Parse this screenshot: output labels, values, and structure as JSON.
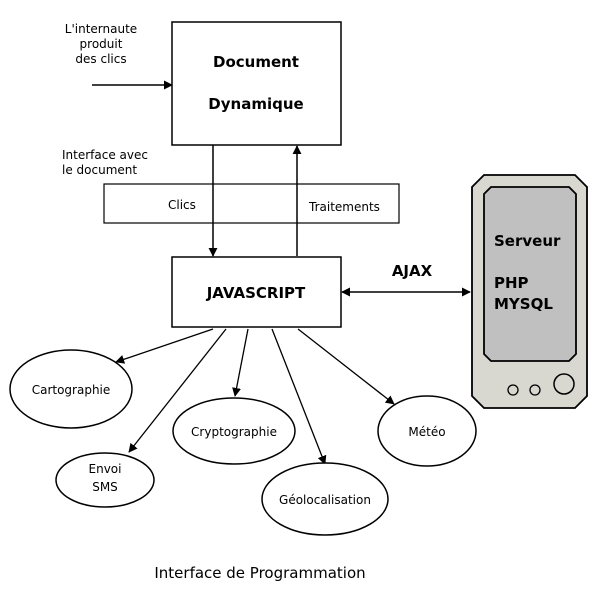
{
  "user_note": [
    "L'internaute",
    "produit",
    "des clics"
  ],
  "document_box": [
    "Document",
    "Dynamique"
  ],
  "interface_label": [
    "Interface avec",
    "le document"
  ],
  "band": {
    "left": "Clics",
    "right": "Traitements"
  },
  "javascript": "JAVASCRIPT",
  "ajax": "AJAX",
  "server": {
    "title": "Serveur",
    "line1": "PHP",
    "line2": "MYSQL"
  },
  "apis": {
    "cartographie": "Cartographie",
    "envoi_sms": [
      "Envoi",
      "SMS"
    ],
    "cryptographie": "Cryptographie",
    "geolocalisation": "Géolocalisation",
    "meteo": "Météo"
  },
  "caption": "Interface de Programmation"
}
